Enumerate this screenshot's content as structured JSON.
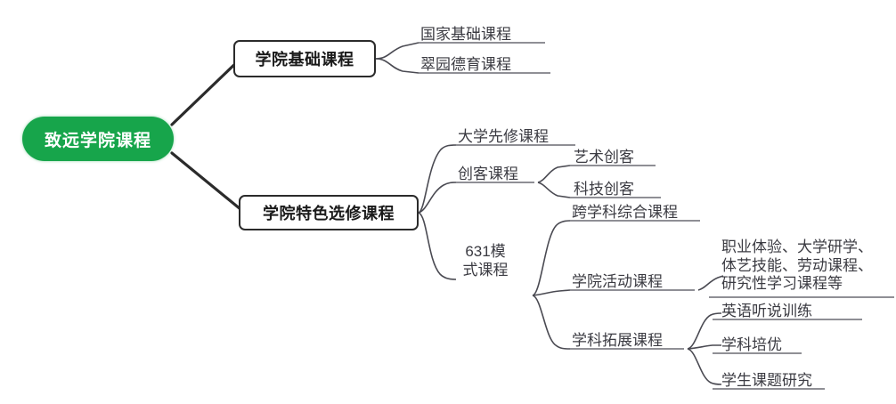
{
  "diagram": {
    "type": "mind-map",
    "title": "致远学院课程",
    "colors": {
      "root_fill": "#17a54b",
      "root_text": "#ffffff",
      "box_border": "#2b2b2b",
      "line": "#4a4a52",
      "trunk_line": "#2b2b2b",
      "text": "#3b3b42"
    }
  },
  "root": {
    "label": "致远学院课程"
  },
  "branches": [
    {
      "label": "学院基础课程",
      "children": [
        {
          "label": "国家基础课程"
        },
        {
          "label": "翠园德育课程"
        }
      ]
    },
    {
      "label": "学院特色选修课程",
      "children": [
        {
          "label": "大学先修课程"
        },
        {
          "label": "创客课程",
          "children": [
            {
              "label": "艺术创客"
            },
            {
              "label": "科技创客"
            }
          ]
        },
        {
          "label": "631模\n式课程",
          "children": [
            {
              "label": "跨学科综合课程"
            },
            {
              "label": "学院活动课程",
              "children": [
                {
                  "label": "职业体验、大学研学、\n体艺技能、劳动课程、\n研究性学习课程等"
                }
              ]
            },
            {
              "label": "学科拓展课程",
              "children": [
                {
                  "label": "英语听说训练"
                },
                {
                  "label": "学科培优"
                },
                {
                  "label": "学生课题研究"
                }
              ]
            }
          ]
        }
      ]
    }
  ]
}
